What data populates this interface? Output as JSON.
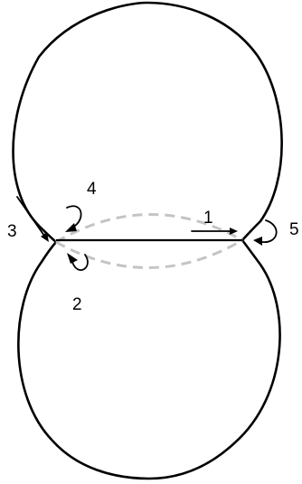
{
  "labels": {
    "l1": "1",
    "l2": "2",
    "l3": "3",
    "l4": "4",
    "l5": "5"
  },
  "colors": {
    "outline": "#000000",
    "dashed_interface": "#c4c4c4",
    "background": "#ffffff"
  }
}
